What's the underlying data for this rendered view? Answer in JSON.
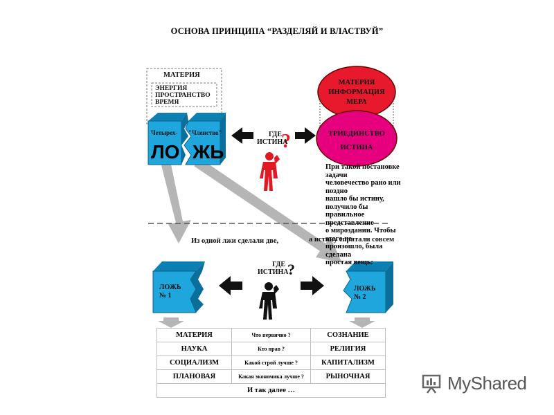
{
  "title": "ОСНОВА ПРИНЦИПА “РАЗДЕЛЯЙ И ВЛАСТВУЙ”",
  "top_box": {
    "header": "МАТЕРИЯ",
    "inner_lines": [
      "ЭНЕРГИЯ",
      "ПРОСТРАНСТВО",
      "ВРЕМЯ"
    ]
  },
  "cube_left": {
    "top": "Четырех-",
    "big": "ЛО"
  },
  "cube_right": {
    "top": "\"Членство\"",
    "big": "ЖЬ"
  },
  "red_ellipse": [
    "МАТЕРИЯ",
    "ИНФОРМАЦИЯ",
    "МЕРА"
  ],
  "pink_ellipse": [
    "ТРИЕДИНСТВО",
    "ИСТИНА"
  ],
  "question_top": {
    "line1": "ГДЕ",
    "line2": "ИСТИНА",
    "mark": "?"
  },
  "note_text": [
    "При такой постановке задачи",
    "человечество рано или поздно",
    "нашло бы истину, получило бы",
    "правильное представление",
    "о мироздании. Чтобы этого не",
    "произошло, была сделана",
    "простая вещь:"
  ],
  "caption_left": "Из одной лжи сделали две,",
  "caption_right": "а истину спрятали совсем",
  "lie1": [
    "ЛОЖЬ",
    "№ 1"
  ],
  "lie2": [
    "ЛОЖЬ",
    "№ 2"
  ],
  "question_bottom": {
    "line1": "ГДЕ",
    "line2": "ИСТИНА",
    "mark": "?"
  },
  "table": {
    "rows": [
      {
        "left": "МАТЕРИЯ",
        "mid": "Что первично ?",
        "right": "СОЗНАНИЕ"
      },
      {
        "left": "НАУКА",
        "mid": "Кто прав ?",
        "right": "РЕЛИГИЯ"
      },
      {
        "left": "СОЦИАЛИЗМ",
        "mid": "Какой строй лучше ?",
        "right": "КАПИТАЛИЗМ"
      },
      {
        "left": "ПЛАНОВАЯ",
        "mid": "Какая экономика лучше ?",
        "right": "РЫНОЧНАЯ"
      }
    ],
    "footer": "И так далее …"
  },
  "watermark": {
    "name": "MyShared"
  },
  "colors": {
    "cube": "#1fa6dc",
    "cube_dark": "#0b6f9c",
    "red": "#e8192c",
    "pink": "#e6007e",
    "arrow_gray": "#b5b5b5",
    "figure_red": "#e01a22"
  }
}
